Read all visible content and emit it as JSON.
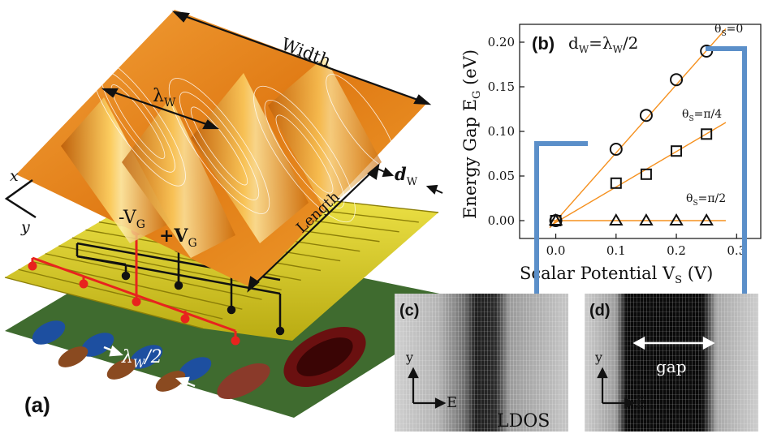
{
  "panel_a": {
    "label": "(a)",
    "width_label": "Width",
    "length_label": "Length",
    "lambda_w": "λ",
    "lambda_w_sub": "W",
    "dw": "d",
    "dw_sub": "W",
    "axis_x": "x",
    "axis_y": "y",
    "neg_vg": "-V",
    "neg_vg_sub": "G",
    "pos_vg": "+V",
    "pos_vg_sub": "G",
    "half_lambda": "λ",
    "half_lambda_sub": "W",
    "half_lambda_suffix": "/2"
  },
  "panel_b": {
    "label": "(b)",
    "condition": "d",
    "condition_sub1": "W",
    "condition_mid": "=λ",
    "condition_sub2": "W",
    "condition_end": "/2"
  },
  "panel_c": {
    "label": "(c)",
    "axis_y": "y",
    "axis_e": "E",
    "ldos": "LDOS"
  },
  "panel_d": {
    "label": "(d)",
    "axis_y": "y",
    "axis_e": "E",
    "gap": "gap"
  },
  "colors": {
    "orange_surface": "#e8861a",
    "yellow_ridges": "#e0d424",
    "green_base": "#3f6b2f",
    "red_wire": "#e8231e",
    "black_wire": "#111111",
    "fit_line": "#f5901e",
    "connector": "#5b8fc9"
  },
  "chart_data": {
    "type": "scatter",
    "xlabel": "Scalar Potential V",
    "xlabel_sub": "S",
    "xlabel_unit": " (V)",
    "ylabel": "Energy Gap E",
    "ylabel_sub": "G",
    "ylabel_unit": " (eV)",
    "xlim": [
      -0.06,
      0.34
    ],
    "ylim": [
      -0.02,
      0.22
    ],
    "xticks": [
      0.0,
      0.1,
      0.2,
      0.3
    ],
    "xtick_labels": [
      "0.0",
      "0.1",
      "0.2",
      "0.3"
    ],
    "yticks": [
      0.0,
      0.05,
      0.1,
      0.15,
      0.2
    ],
    "ytick_labels": [
      "0.00",
      "0.05",
      "0.10",
      "0.15",
      "0.20"
    ],
    "series": [
      {
        "marker": "circle",
        "label_pre": "θ",
        "label_sub": "S",
        "label_post": "=0",
        "x": [
          0.0,
          0.1,
          0.15,
          0.2,
          0.25
        ],
        "y": [
          0.0,
          0.08,
          0.118,
          0.158,
          0.19
        ],
        "fit": {
          "x0": -0.01,
          "y0": -0.008,
          "x1": 0.282,
          "y1": 0.215
        }
      },
      {
        "marker": "square",
        "label_pre": "θ",
        "label_sub": "S",
        "label_post": "=π/4",
        "x": [
          0.0,
          0.1,
          0.15,
          0.2,
          0.25
        ],
        "y": [
          0.0,
          0.042,
          0.052,
          0.078,
          0.097
        ],
        "fit": {
          "x0": -0.01,
          "y0": -0.006,
          "x1": 0.282,
          "y1": 0.11
        }
      },
      {
        "marker": "triangle",
        "label_pre": "θ",
        "label_sub": "S",
        "label_post": "=π/2",
        "x": [
          0.0,
          0.1,
          0.15,
          0.2,
          0.25
        ],
        "y": [
          0.0,
          0.0,
          0.0,
          0.0,
          0.0
        ],
        "fit": {
          "x0": -0.01,
          "y0": 0.0,
          "x1": 0.282,
          "y1": 0.0
        }
      }
    ]
  }
}
